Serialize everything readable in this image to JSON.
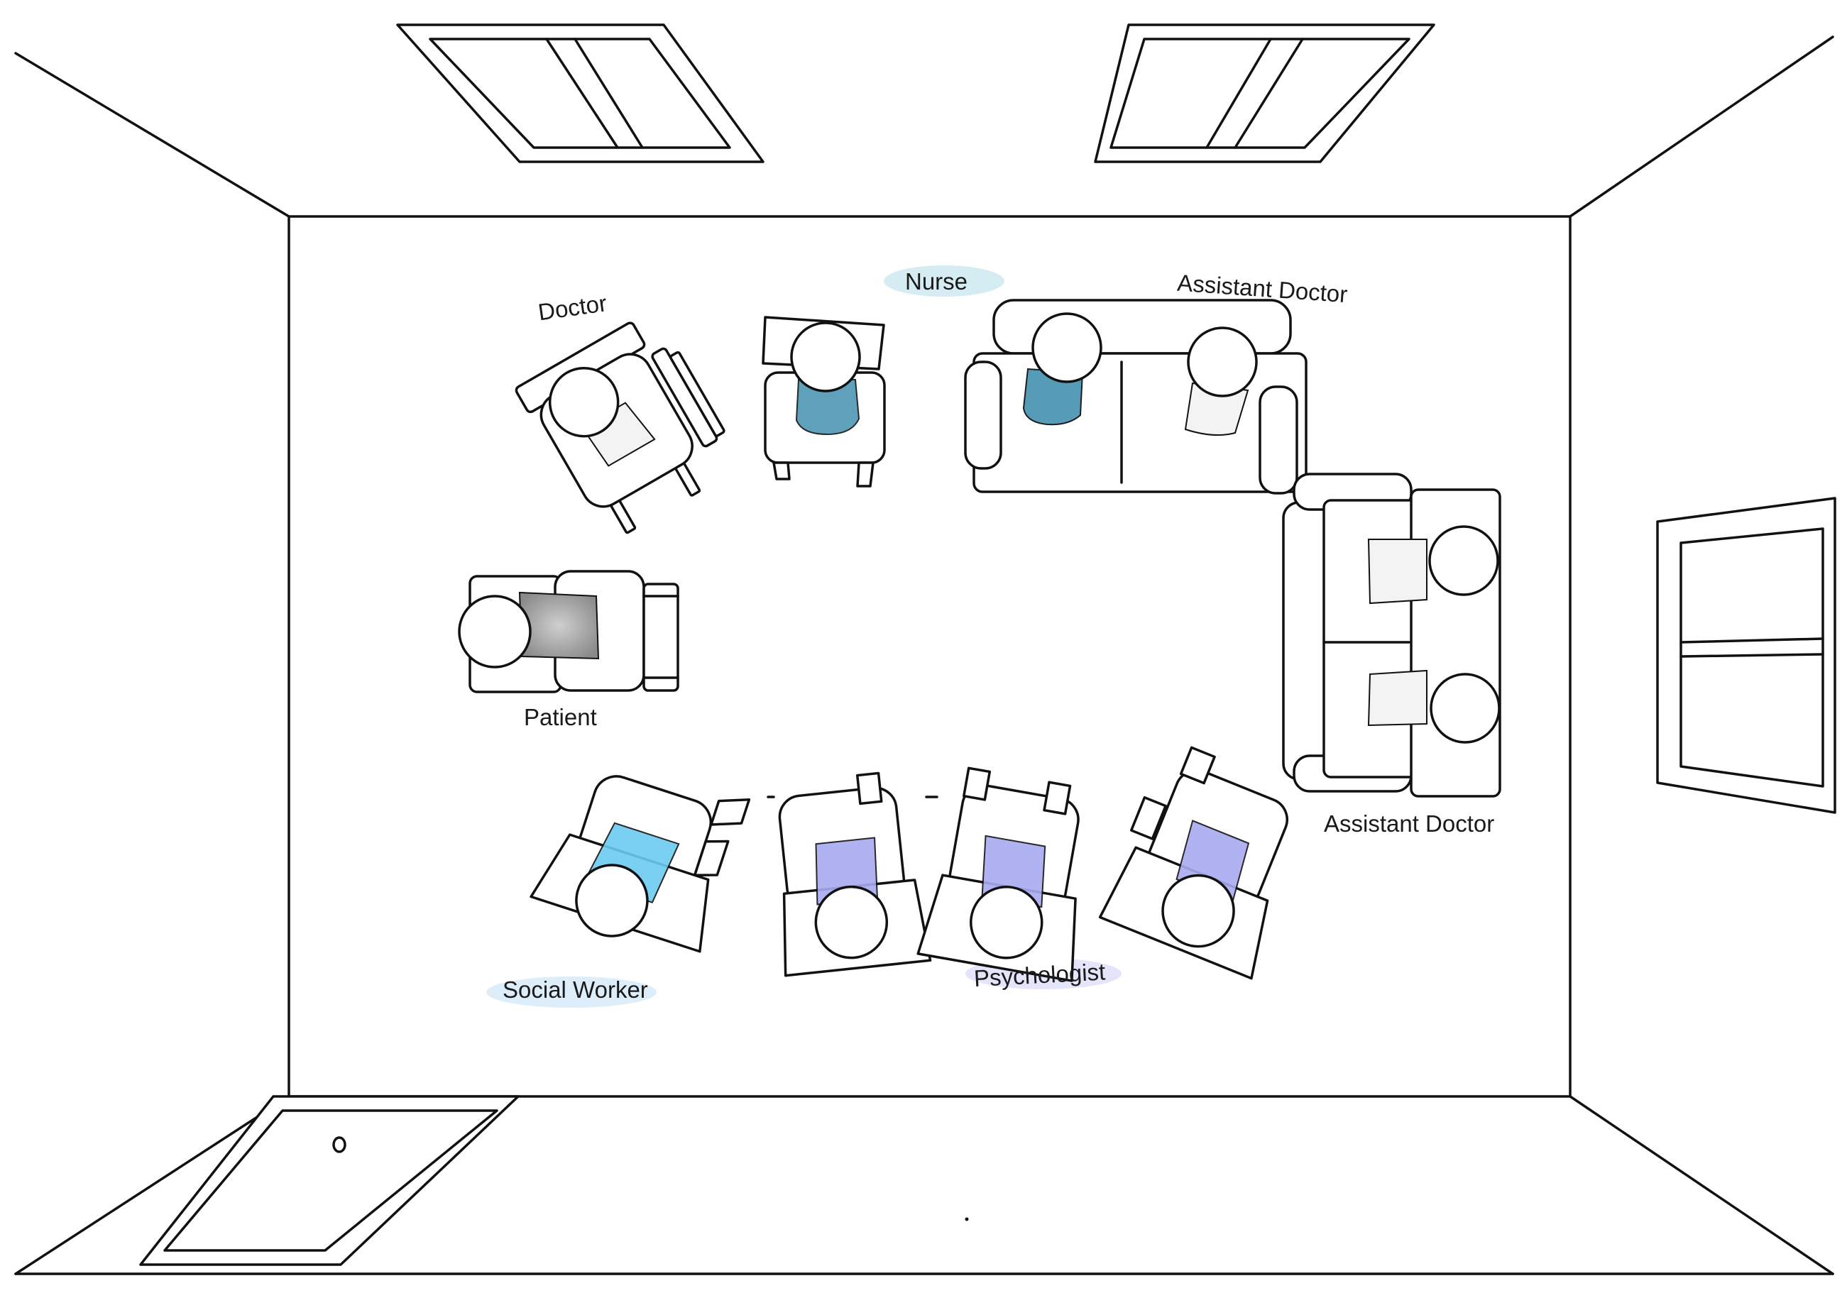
{
  "labels": {
    "doctor": "Doctor",
    "nurse": "Nurse",
    "assistant_doctor_top": "Assistant Doctor",
    "assistant_doctor_right": "Assistant Doctor",
    "patient": "Patient",
    "social_worker": "Social Worker",
    "psychologist": "Psychologist"
  },
  "colors": {
    "nurse_highlight": "#d6ecf3",
    "social_worker_highlight": "#ddeefa",
    "psychologist_highlight": "#e4e4fa",
    "teal_torso": "#4e97b4",
    "cyan_torso": "#6ccbef",
    "lavender_torso": "#a8aaf0",
    "gray_torso": "#9a9a9a",
    "white_torso": "#f3f3f3"
  }
}
